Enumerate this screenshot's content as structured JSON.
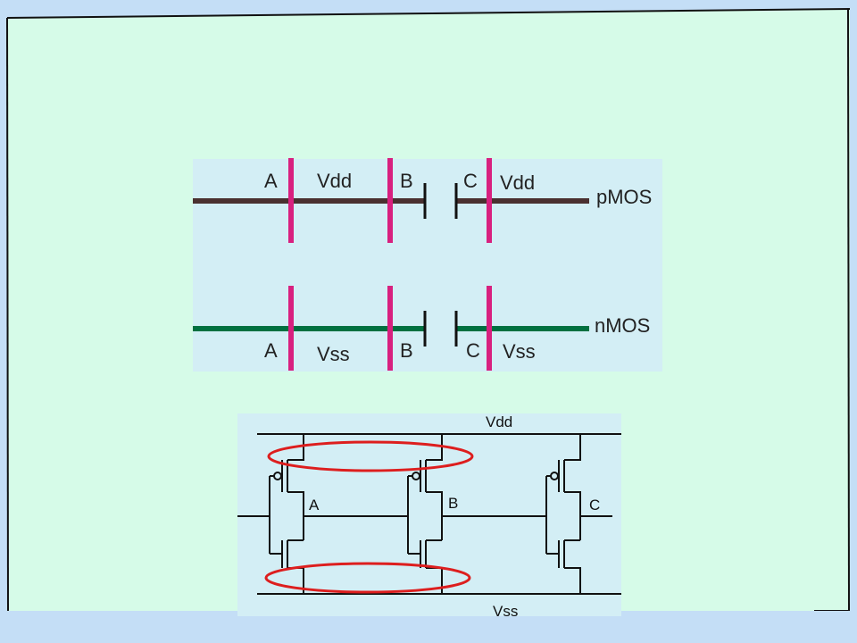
{
  "layout_diagram": {
    "labels": {
      "a_top": "A",
      "vdd_left": "Vdd",
      "b_top": "B",
      "c_top": "C",
      "vdd_right": "Vdd",
      "pmos": "pMOS",
      "nmos": "nMOS",
      "a_bottom": "A",
      "vss_left": "Vss",
      "b_bottom": "B",
      "c_bottom": "C",
      "vss_right": "Vss"
    },
    "colors": {
      "panel": "#d3eef5",
      "pmos_rail": "#4a3030",
      "nmos_rail": "#007040",
      "cut_line": "#d8207f"
    }
  },
  "schematic": {
    "labels": {
      "vdd": "Vdd",
      "vss": "Vss",
      "node_a": "A",
      "node_b": "B",
      "node_c": "C"
    },
    "colors": {
      "panel": "#d3eef5",
      "wire": "#111111",
      "highlight": "#dd1e1e"
    }
  },
  "colors": {
    "background": "#c4def6",
    "slide": "#d6fbe8",
    "border": "#111111"
  }
}
